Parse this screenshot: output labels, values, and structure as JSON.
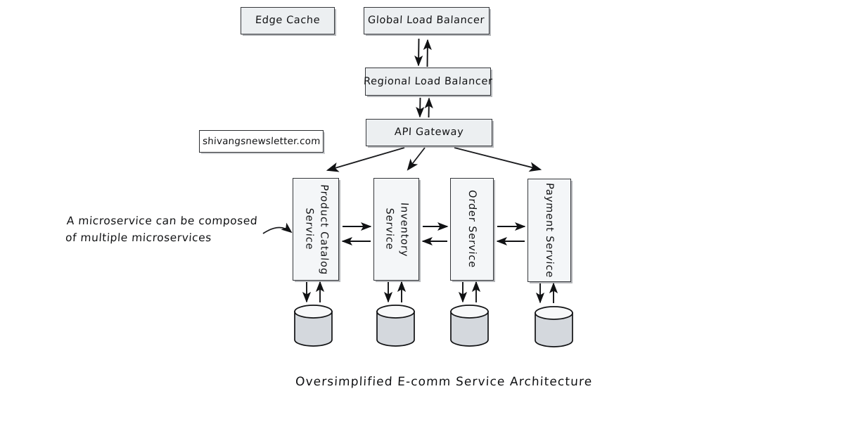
{
  "diagram": {
    "caption": "Oversimplified E-comm Service Architecture",
    "watermark": "shivangsnewsletter.com",
    "annotation": "A microservice can be composed\nof multiple microservices",
    "colors": {
      "box_fill": "#eceff1",
      "service_fill": "#f4f6f8",
      "box_stroke": "#35373b",
      "cylinder_fill": "#d4d8dd",
      "cylinder_top": "#f7f8f9",
      "arrow": "#111214",
      "background": "#ffffff"
    },
    "tiers": [
      {
        "name": "edge",
        "nodes": [
          {
            "id": "edge-cache",
            "label": "Edge Cache"
          },
          {
            "id": "global-load-balancer",
            "label": "Global Load Balancer"
          }
        ]
      },
      {
        "name": "regional",
        "nodes": [
          {
            "id": "regional-load-balancer",
            "label": "Regional Load Balancer"
          }
        ]
      },
      {
        "name": "gateway",
        "nodes": [
          {
            "id": "api-gateway",
            "label": "API Gateway"
          }
        ]
      }
    ],
    "services": [
      {
        "id": "product-catalog-service",
        "label": "Product Catalog\nService",
        "database": "product-catalog-db"
      },
      {
        "id": "inventory-service",
        "label": "Inventory\nService",
        "database": "inventory-db"
      },
      {
        "id": "order-service",
        "label": "Order Service",
        "database": "order-db"
      },
      {
        "id": "payment-service",
        "label": "Payment Service",
        "database": "payment-db"
      }
    ],
    "connections": [
      {
        "from": "global-load-balancer",
        "to": "regional-load-balancer",
        "type": "bidirectional"
      },
      {
        "from": "regional-load-balancer",
        "to": "api-gateway",
        "type": "bidirectional"
      },
      {
        "from": "api-gateway",
        "to": "product-catalog-service",
        "type": "directed"
      },
      {
        "from": "api-gateway",
        "to": "inventory-service",
        "type": "directed"
      },
      {
        "from": "api-gateway",
        "to": "payment-service",
        "type": "directed"
      },
      {
        "from": "product-catalog-service",
        "to": "inventory-service",
        "type": "bidirectional"
      },
      {
        "from": "inventory-service",
        "to": "order-service",
        "type": "bidirectional"
      },
      {
        "from": "order-service",
        "to": "payment-service",
        "type": "bidirectional"
      },
      {
        "from": "product-catalog-service",
        "to": "product-catalog-db",
        "type": "bidirectional"
      },
      {
        "from": "inventory-service",
        "to": "inventory-db",
        "type": "bidirectional"
      },
      {
        "from": "order-service",
        "to": "order-db",
        "type": "bidirectional"
      },
      {
        "from": "payment-service",
        "to": "payment-db",
        "type": "bidirectional"
      },
      {
        "from": "annotation",
        "to": "product-catalog-service",
        "type": "directed-curved"
      }
    ]
  }
}
